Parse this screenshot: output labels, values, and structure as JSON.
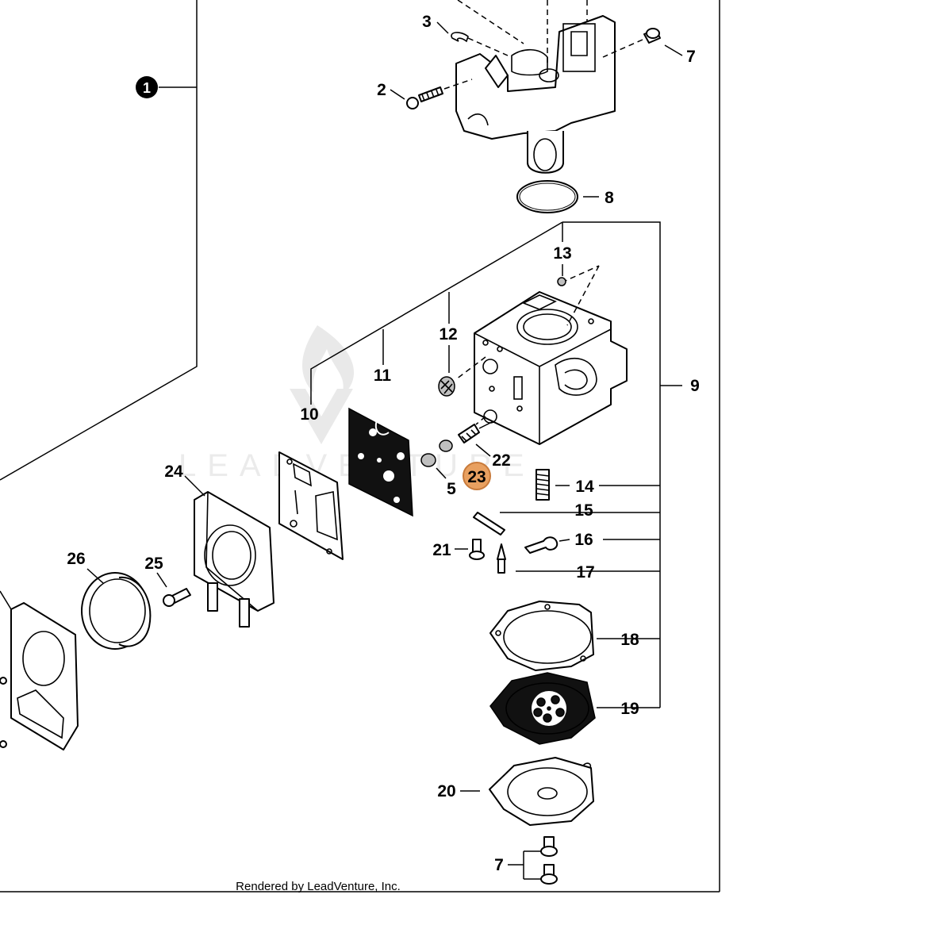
{
  "callouts": {
    "c1": "1",
    "c2": "2",
    "c3": "3",
    "c5": "5",
    "c7a": "7",
    "c7b": "7",
    "c8": "8",
    "c9": "9",
    "c10": "10",
    "c11": "11",
    "c12": "12",
    "c13": "13",
    "c14": "14",
    "c15": "15",
    "c16": "16",
    "c17": "17",
    "c18": "18",
    "c19": "19",
    "c20": "20",
    "c21": "21",
    "c22": "22",
    "c23": "23",
    "c24": "24",
    "c25": "25",
    "c26": "26"
  },
  "footer": "Rendered by LeadVenture, Inc.",
  "watermark": "LEADVENTURE",
  "colors": {
    "highlight_fill": "#e8a060",
    "highlight_stroke": "#c87a3a",
    "line": "#000000",
    "watermark": "#dcdcdc"
  }
}
